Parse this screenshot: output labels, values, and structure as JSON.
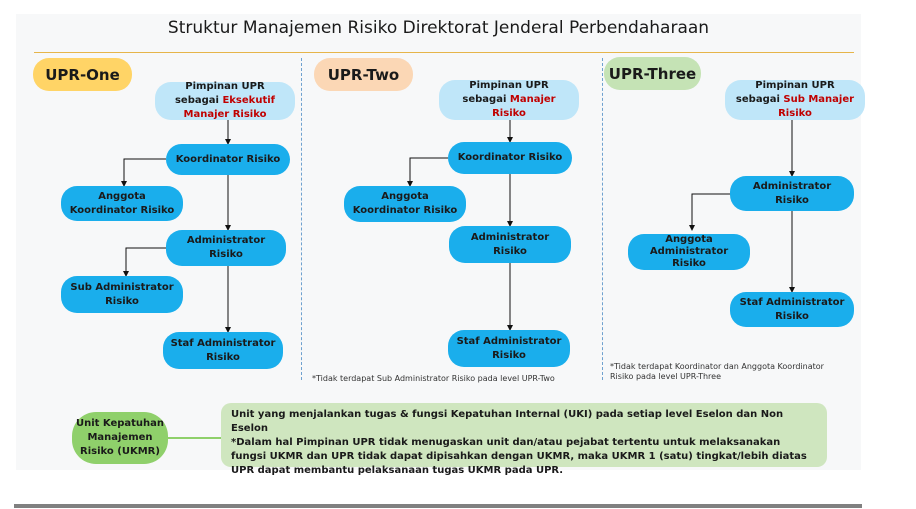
{
  "title": "Struktur Manajemen Risiko Direktorat Jenderal Perbendaharaan",
  "columns": {
    "one": {
      "label": "UPR-One",
      "color": "#ffd466",
      "nodes": {
        "pimpinan_l1": "Pimpinan UPR",
        "pimpinan_l2a": "sebagai ",
        "pimpinan_l2b": "Eksekutif",
        "pimpinan_l3": "Manajer Risiko",
        "koordinator": "Koordinator Risiko",
        "anggota_l1": "Anggota",
        "anggota_l2": "Koordinator Risiko",
        "admin_l1": "Administrator",
        "admin_l2": "Risiko",
        "subadmin_l1": "Sub Administrator",
        "subadmin_l2": "Risiko",
        "staf_l1": "Staf Administrator",
        "staf_l2": "Risiko"
      }
    },
    "two": {
      "label": "UPR-Two",
      "color": "#fbd7b5",
      "nodes": {
        "pimpinan_l1": "Pimpinan UPR",
        "pimpinan_l2a": "sebagai ",
        "pimpinan_l2b": "Manajer",
        "pimpinan_l3": "Risiko",
        "koordinator": "Koordinator Risiko",
        "anggota_l1": "Anggota",
        "anggota_l2": "Koordinator Risiko",
        "admin_l1": "Administrator",
        "admin_l2": "Risiko",
        "staf_l1": "Staf Administrator",
        "staf_l2": "Risiko"
      },
      "note": "*Tidak terdapat Sub Administrator Risiko pada level UPR-Two"
    },
    "three": {
      "label": "UPR-Three",
      "color": "#c5e3b5",
      "nodes": {
        "pimpinan_l1": "Pimpinan UPR",
        "pimpinan_l2a": "sebagai ",
        "pimpinan_l2b": "Sub Manajer",
        "pimpinan_l3": "Risiko",
        "admin_l1": "Administrator",
        "admin_l2": "Risiko",
        "anggota_l1": "Anggota",
        "anggota_l2": "Administrator",
        "anggota_l3": "Risiko",
        "staf_l1": "Staf Administrator",
        "staf_l2": "Risiko"
      },
      "note_l1": "*Tidak terdapat Koordinator dan Anggota Koordinator",
      "note_l2": "Risiko pada level UPR-Three"
    }
  },
  "ukmr": {
    "label_l1": "Unit Kepatuhan",
    "label_l2": "Manajemen",
    "label_l3": "Risiko (UKMR)",
    "desc_l1": "Unit yang menjalankan tugas & fungsi Kepatuhan Internal (UKI) pada setiap level Eselon dan Non Eselon",
    "desc_l2": "*Dalam hal Pimpinan UPR tidak menugaskan unit dan/atau pejabat tertentu untuk melaksanakan fungsi UKMR dan UPR tidak dapat dipisahkan dengan UKMR, maka UKMR 1 (satu) tingkat/lebih diatas UPR dapat membantu pelaksanaan tugas UKMR pada UPR."
  }
}
